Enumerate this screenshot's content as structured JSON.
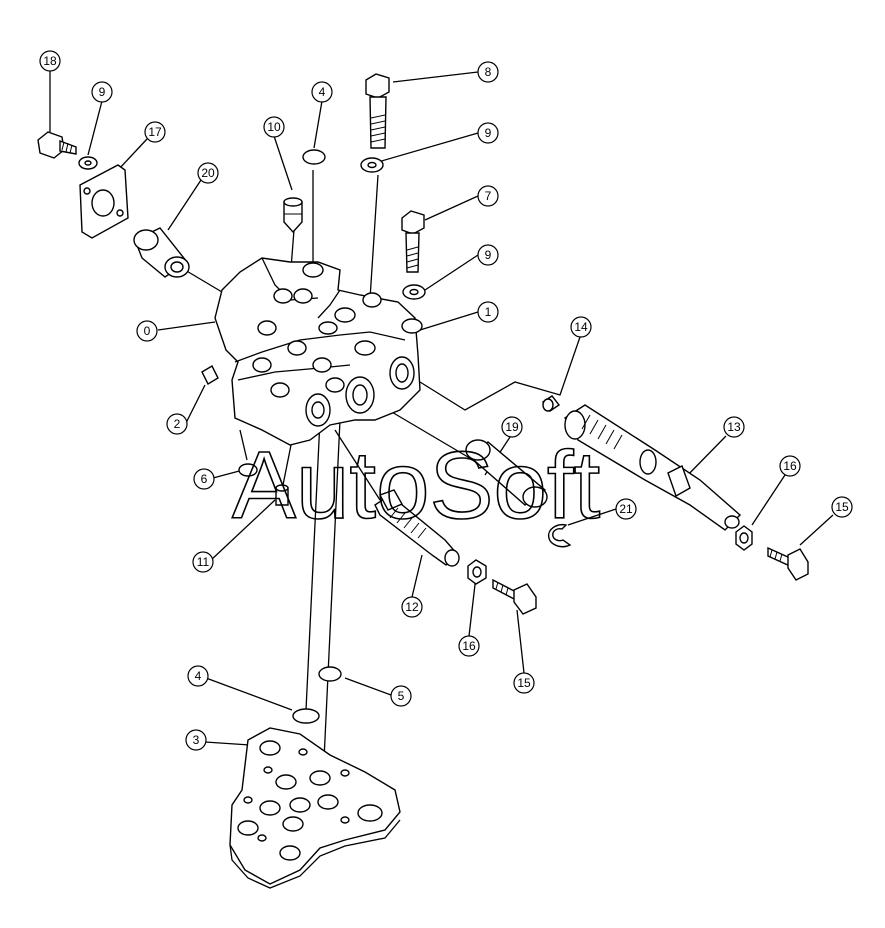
{
  "watermark": "AutoSoft",
  "callouts": [
    {
      "label": "18"
    },
    {
      "label": "9"
    },
    {
      "label": "17"
    },
    {
      "label": "10"
    },
    {
      "label": "4"
    },
    {
      "label": "8"
    },
    {
      "label": "9"
    },
    {
      "label": "20"
    },
    {
      "label": "7"
    },
    {
      "label": "9"
    },
    {
      "label": "0"
    },
    {
      "label": "1"
    },
    {
      "label": "14"
    },
    {
      "label": "2"
    },
    {
      "label": "19"
    },
    {
      "label": "13"
    },
    {
      "label": "16"
    },
    {
      "label": "6"
    },
    {
      "label": "21"
    },
    {
      "label": "15"
    },
    {
      "label": "11"
    },
    {
      "label": "12"
    },
    {
      "label": "16"
    },
    {
      "label": "15"
    },
    {
      "label": "4"
    },
    {
      "label": "5"
    },
    {
      "label": "3"
    }
  ],
  "colors": {
    "line": "#000000",
    "background": "#ffffff"
  }
}
